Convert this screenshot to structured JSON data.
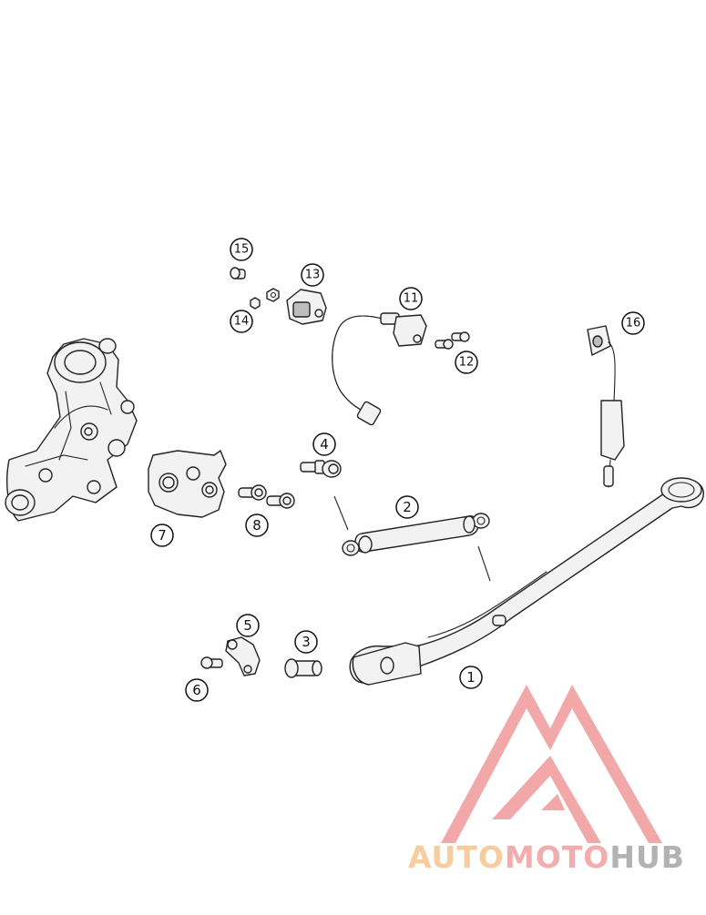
{
  "callouts": [
    {
      "id": "p1",
      "number": "1",
      "part": "side stand"
    },
    {
      "id": "p2",
      "number": "2",
      "part": "spring"
    },
    {
      "id": "p3",
      "number": "3",
      "part": "pin"
    },
    {
      "id": "p4",
      "number": "4",
      "part": "pin"
    },
    {
      "id": "p5",
      "number": "5",
      "part": "bracket"
    },
    {
      "id": "p6",
      "number": "6",
      "part": "screw"
    },
    {
      "id": "p7",
      "number": "7",
      "part": "plate"
    },
    {
      "id": "p8",
      "number": "8",
      "part": "screw"
    },
    {
      "id": "p11",
      "number": "11",
      "part": "switch cable"
    },
    {
      "id": "p12",
      "number": "12",
      "part": "screw"
    },
    {
      "id": "p13",
      "number": "13",
      "part": "switch"
    },
    {
      "id": "p14",
      "number": "14",
      "part": "nut"
    },
    {
      "id": "p15",
      "number": "15",
      "part": "screw"
    },
    {
      "id": "p16",
      "number": "16",
      "part": "cable"
    }
  ],
  "watermark": {
    "word_1": "AUTO",
    "word_2": "MOTO",
    "word_3": "HUB",
    "colors": {
      "triangle": "#f09a9a",
      "word_1": "#f6c48e",
      "word_2": "#f0a0a0",
      "word_3": "#a5a5a5"
    }
  }
}
